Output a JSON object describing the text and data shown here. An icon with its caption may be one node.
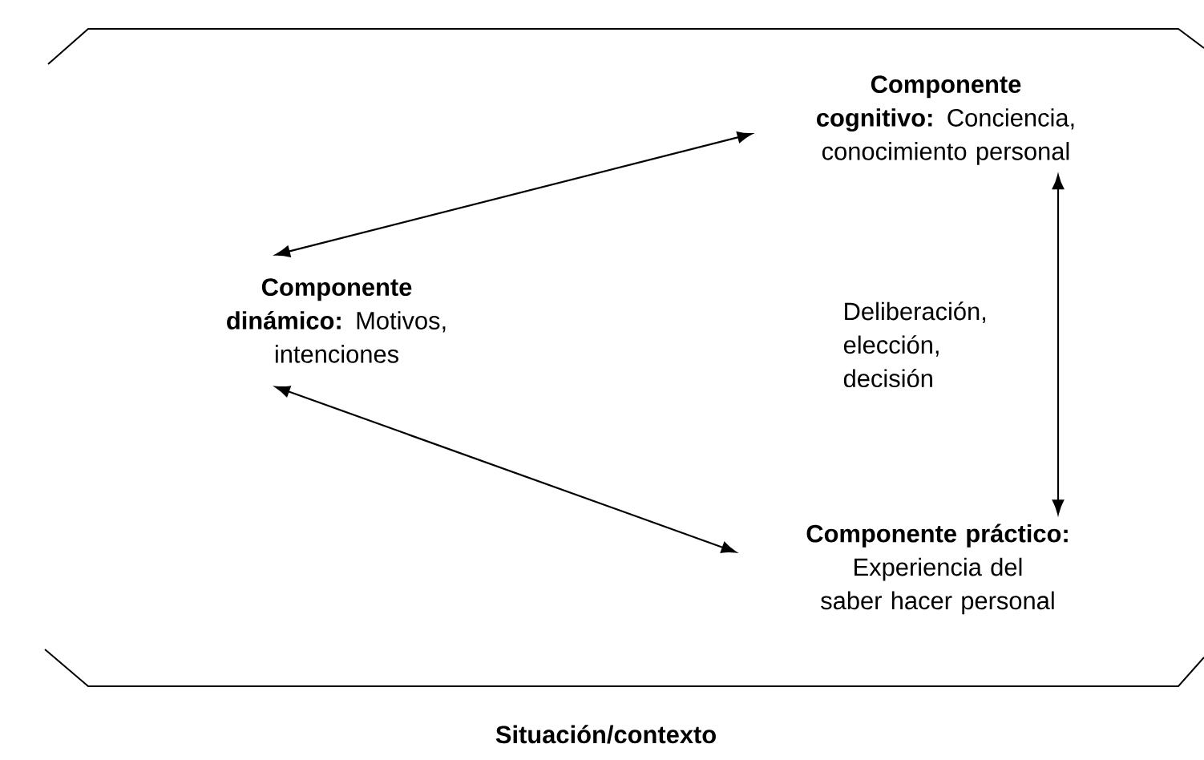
{
  "diagram": {
    "nodes": [
      {
        "text": [
          "Situación/contexto"
        ]
      },
      {
        "text": [
          "**Componente cognitivo:** Conciencia, conocimiento personal"
        ],
        "in": 0
      },
      {
        "text": [
          "**Componente dinámico:** Motivos, intenciones"
        ],
        "in": 0
      },
      {
        "text": [
          "**Componente práctico:** Experiencia del saber hacer personal"
        ],
        "in": 0
      }
    ],
    "edges": [
      {
        "from": 2,
        "to": 1,
        "arrow": "both"
      },
      {
        "from": 2,
        "to": 3,
        "arrow": "both"
      },
      {
        "from": 1,
        "to": 3,
        "arrow": "both",
        "label": "Deliberación, elección, decisión"
      }
    ]
  }
}
